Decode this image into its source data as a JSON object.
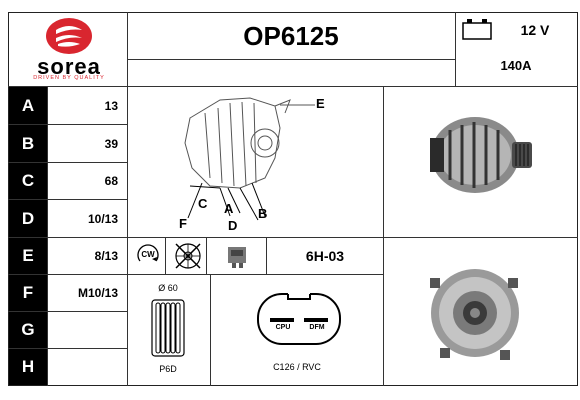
{
  "brand": {
    "name": "sorea",
    "tagline": "DRIVEN BY QUALITY",
    "color": "#d9262f"
  },
  "header": {
    "part_number": "OP6125",
    "voltage": "12 V",
    "amperage": "140A"
  },
  "rows": [
    {
      "letter": "A",
      "value": "13"
    },
    {
      "letter": "B",
      "value": "39"
    },
    {
      "letter": "C",
      "value": "68"
    },
    {
      "letter": "D",
      "value": "10/13"
    },
    {
      "letter": "E",
      "value": "8/13"
    },
    {
      "letter": "F",
      "value": "M10/13"
    },
    {
      "letter": "G",
      "value": ""
    },
    {
      "letter": "H",
      "value": ""
    }
  ],
  "diagram": {
    "labels": [
      "E",
      "C",
      "A",
      "B",
      "F",
      "D"
    ]
  },
  "specs": {
    "rotation": "CW",
    "regulator_code": "6H-03",
    "pulley_diameter": "Ø 60",
    "pulley_type": "P6D",
    "connector_pins": [
      "CPU",
      "DFM"
    ],
    "connector_code": "C126 / RVC"
  }
}
